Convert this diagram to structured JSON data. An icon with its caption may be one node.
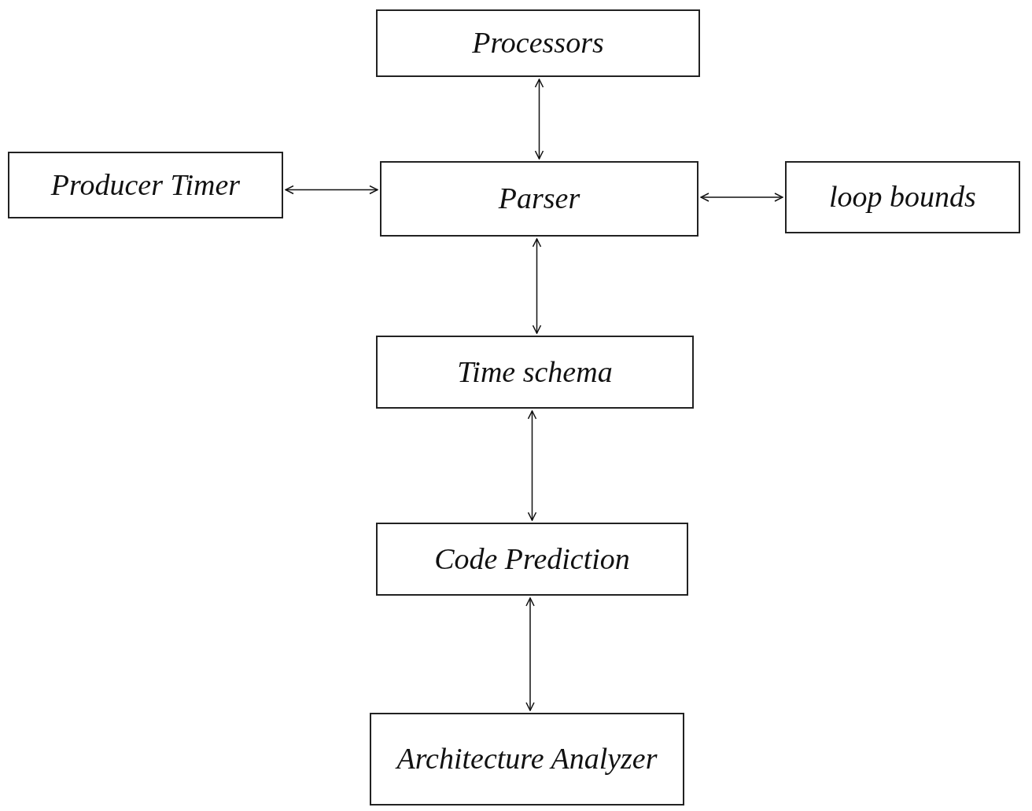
{
  "diagram": {
    "nodes": [
      {
        "text": [
          "Processors"
        ]
      },
      {
        "text": [
          "Producer Timer"
        ]
      },
      {
        "text": [
          "Parser"
        ]
      },
      {
        "text": [
          "loop bounds"
        ]
      },
      {
        "text": [
          "Time schema"
        ]
      },
      {
        "text": [
          "Code Prediction"
        ]
      },
      {
        "text": [
          "Architecture Analyzer"
        ]
      }
    ],
    "edges": [
      {
        "from": 0,
        "to": 2,
        "arrow": "both"
      },
      {
        "from": 1,
        "to": 2,
        "arrow": "both"
      },
      {
        "from": 2,
        "to": 3,
        "arrow": "both"
      },
      {
        "from": 2,
        "to": 4,
        "arrow": "both"
      },
      {
        "from": 4,
        "to": 5,
        "arrow": "both"
      },
      {
        "from": 5,
        "to": 6,
        "arrow": "both"
      }
    ]
  }
}
